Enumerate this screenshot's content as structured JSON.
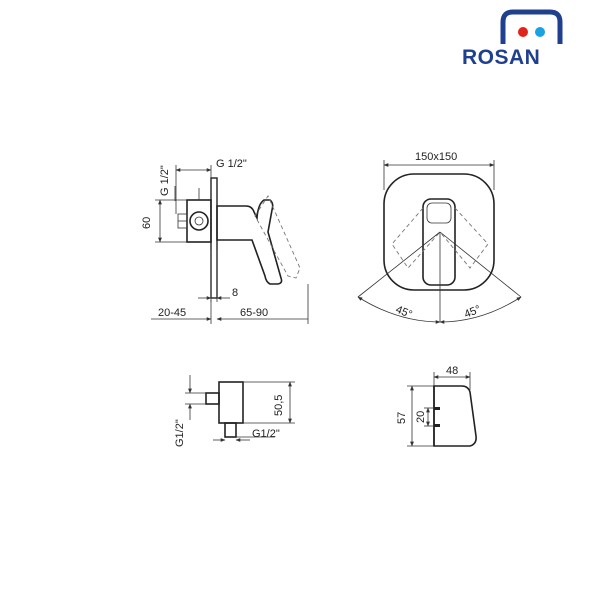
{
  "brand": {
    "name": "ROSAN",
    "colors": {
      "primary": "#1f3f8f",
      "red_dot": "#e2231a",
      "blue_dot": "#1aa3e2"
    }
  },
  "dimensions": {
    "side_view": {
      "g_half_vertical": "G 1/2\"",
      "g_half_horizontal": "G 1/2\"",
      "height_60": "60",
      "depth_8": "8",
      "range_20_45": "20-45",
      "range_65_90": "65-90"
    },
    "front_view": {
      "plate_size": "150x150",
      "angle_left": "45°",
      "angle_right": "45°"
    },
    "outlet_view": {
      "height_50_5": "50,5",
      "g_half_vertical": "G1/2\"",
      "g_half_horizontal": "G1/2\""
    },
    "holder_view": {
      "width_48": "48",
      "height_57": "57",
      "height_20": "20"
    }
  }
}
